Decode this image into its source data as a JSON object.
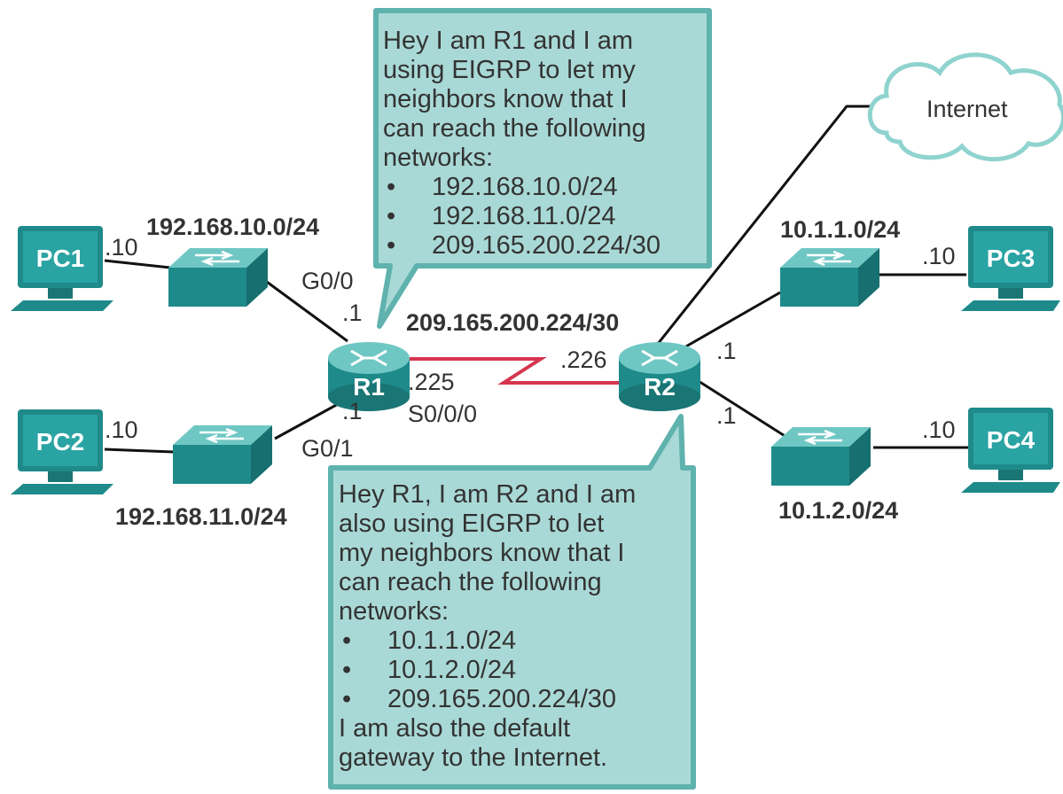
{
  "colors": {
    "device_teal": "#1f8a8a",
    "device_light": "#8ad0d0",
    "bubble_fill": "#a9d9d6",
    "bubble_border": "#5fb2ad",
    "wan_link": "#d6354e",
    "link": "#111111"
  },
  "devices": {
    "pc1": "PC1",
    "pc2": "PC2",
    "pc3": "PC3",
    "pc4": "PC4",
    "r1": "R1",
    "r2": "R2",
    "internet": "Internet"
  },
  "labels": {
    "net_pc1": "192.168.10.0/24",
    "net_pc2": "192.168.11.0/24",
    "net_pc3": "10.1.1.0/24",
    "net_pc4": "10.1.2.0/24",
    "net_wan": "209.165.200.224/30",
    "pc1_host": ".10",
    "pc2_host": ".10",
    "pc3_host": ".10",
    "pc4_host": ".10",
    "r1_g00_ip": ".1",
    "r1_g01_ip": ".1",
    "r1_wan_ip": ".225",
    "r2_wan_ip": ".226",
    "r2_lan1_ip": ".1",
    "r2_lan2_ip": ".1",
    "r1_g00": "G0/0",
    "r1_g01": "G0/1",
    "r1_s000": "S0/0/0"
  },
  "bubble_r1": {
    "lines": [
      "Hey I am R1 and I am",
      "using EIGRP to let my",
      "neighbors know that I",
      "can reach the following",
      "networks:"
    ],
    "bullet": "•",
    "items": [
      "192.168.10.0/24",
      "192.168.11.0/24",
      "209.165.200.224/30"
    ]
  },
  "bubble_r2": {
    "lines": [
      "Hey R1, I am R2 and I am",
      "also using EIGRP to let",
      "my neighbors know that I",
      "can reach the following",
      "networks:"
    ],
    "bullet": "•",
    "items": [
      "10.1.1.0/24",
      "10.1.2.0/24",
      "209.165.200.224/30"
    ],
    "footer": [
      "I am also the default",
      "gateway to the Internet."
    ]
  }
}
